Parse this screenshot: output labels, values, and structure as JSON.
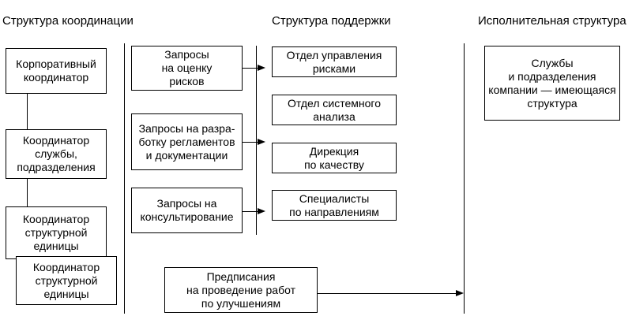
{
  "columns": {
    "coordination": "Структура координации",
    "support": "Структура поддержки",
    "executive": "Исполнительная структура"
  },
  "coordination_boxes": [
    "Корпоративный\nкоординатор",
    "Координатор\nслужбы,\nподразделения",
    "Координатор\nструктурной\nединицы",
    "Координатор\nструктурной\nединицы"
  ],
  "requests": [
    "Запросы\nна оценку\nрисков",
    "Запросы на разра-\nботку регламентов\nи документации",
    "Запросы на\nконсультирование"
  ],
  "support_units": [
    "Отдел управления\nрисками",
    "Отдел системного\nанализа",
    "Дирекция\nпо качеству",
    "Специалисты\nпо направлениям"
  ],
  "executive_box": "Службы\nи подразделения\nкомпании — имеющаяся\nструктура",
  "prescriptions_box": "Предписания\nна проведение работ\nпо улучшениям"
}
